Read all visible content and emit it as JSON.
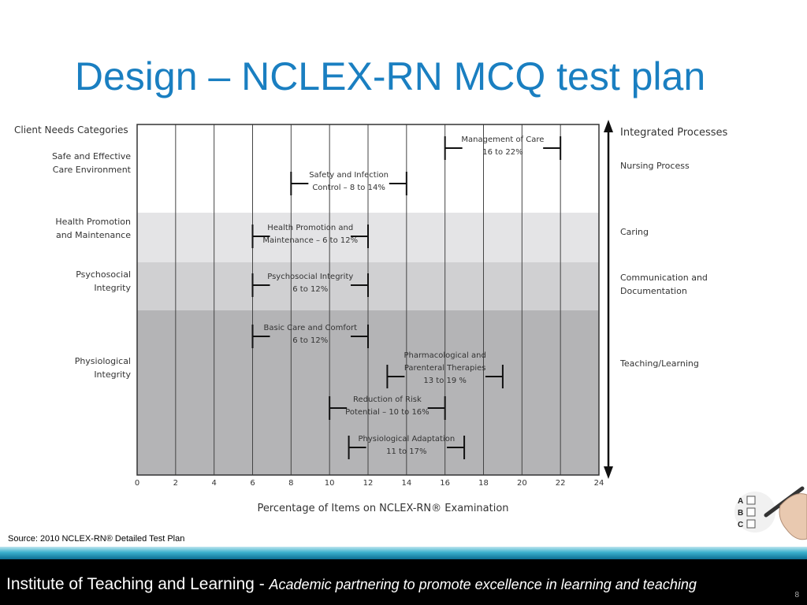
{
  "slide": {
    "title": "Design – NCLEX-RN MCQ test plan",
    "source": "Source: 2010 NCLEX-RN® Detailed Test Plan",
    "footer_org": "Institute of Teaching and Learning",
    "footer_separator": " - ",
    "footer_tagline": "Academic partnering to promote excellence in learning and teaching",
    "page_number": "8"
  },
  "logo": {
    "letters": [
      "A",
      "B",
      "C"
    ]
  },
  "chart_data": {
    "type": "range-bar",
    "left_header": "Client Needs Categories",
    "right_header": "Integrated Processes",
    "xlabel": "Percentage of Items on NCLEX-RN® Examination",
    "xlim": [
      0,
      24
    ],
    "xticks": [
      0,
      2,
      4,
      6,
      8,
      10,
      12,
      14,
      16,
      18,
      20,
      22,
      24
    ],
    "bands": [
      {
        "label": [
          "Safe and Effective",
          "Care Environment"
        ],
        "color": "#ffffff"
      },
      {
        "label": [
          "Health Promotion",
          "and Maintenance"
        ],
        "color": "#e4e4e6"
      },
      {
        "label": [
          "Psychosocial",
          "Integrity"
        ],
        "color": "#d0d0d2"
      },
      {
        "label": [
          "Physiological",
          "Integrity"
        ],
        "color": "#b4b4b6"
      }
    ],
    "processes": [
      [
        "Nursing Process"
      ],
      [
        "Caring"
      ],
      [
        "Communication and",
        "Documentation"
      ],
      [
        "Teaching/Learning"
      ]
    ],
    "ranges": [
      {
        "band": 0,
        "label": [
          "Management of Care",
          "16 to 22%"
        ],
        "min": 16,
        "max": 22
      },
      {
        "band": 0,
        "label": [
          "Safety and Infection",
          "Control – 8 to 14%"
        ],
        "min": 8,
        "max": 14
      },
      {
        "band": 1,
        "label": [
          "Health Promotion and",
          "Maintenance – 6 to 12%"
        ],
        "min": 6,
        "max": 12
      },
      {
        "band": 2,
        "label": [
          "Psychosocial Integrity",
          "6 to 12%"
        ],
        "min": 6,
        "max": 12
      },
      {
        "band": 3,
        "label": [
          "Basic Care and Comfort",
          "6 to 12%"
        ],
        "min": 6,
        "max": 12
      },
      {
        "band": 3,
        "label": [
          "Pharmacological and",
          "Parenteral Therapies",
          "13 to 19 %"
        ],
        "min": 13,
        "max": 19
      },
      {
        "band": 3,
        "label": [
          "Reduction of Risk",
          "Potential – 10 to 16%"
        ],
        "min": 10,
        "max": 16
      },
      {
        "band": 3,
        "label": [
          "Physiological Adaptation",
          "11 to 17%"
        ],
        "min": 11,
        "max": 17
      }
    ]
  }
}
